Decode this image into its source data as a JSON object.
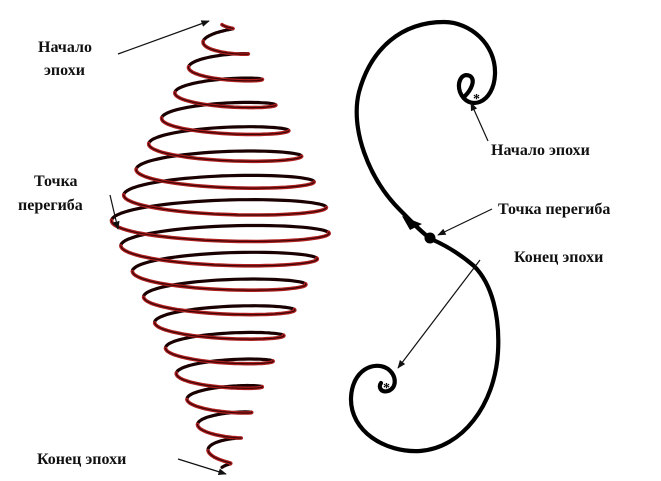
{
  "left_panel": {
    "label_start_line1": "Начало",
    "label_start_line2": "эпохи",
    "label_inflection_line1": "Точка",
    "label_inflection_line2": "перегиба",
    "label_end": "Конец эпохи"
  },
  "right_panel": {
    "label_start": "Начало эпохи",
    "label_inflection": "Точка перегиба",
    "label_end": "Конец эпохи",
    "start_marker": "*",
    "end_marker": "*"
  },
  "colors": {
    "helix_back": "#1a0000",
    "helix_front": "#b02020",
    "curve": "#000000",
    "text": "#111111"
  }
}
